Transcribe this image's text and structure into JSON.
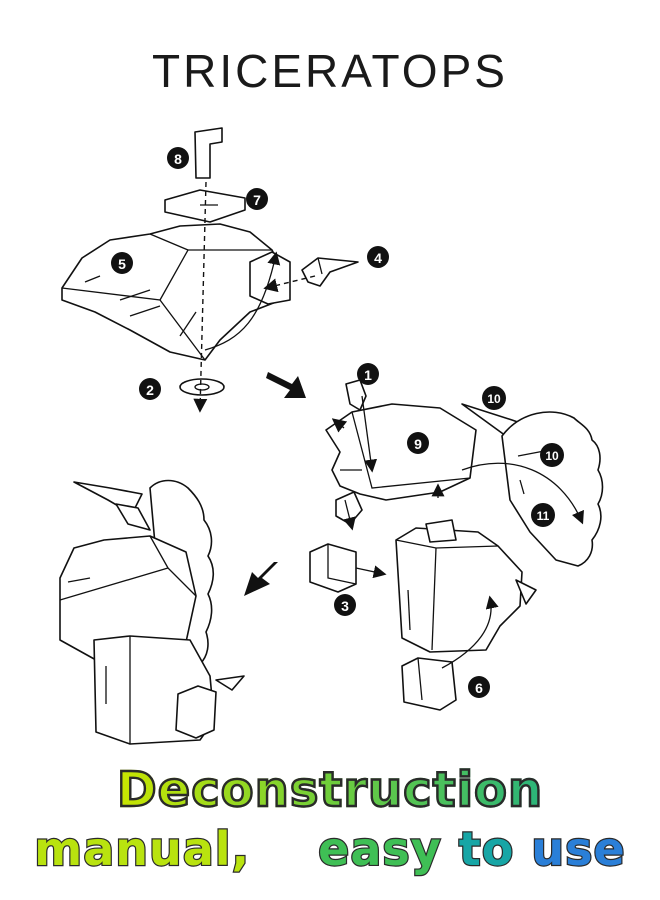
{
  "title": "TRICERATOPS",
  "callouts": [
    "8",
    "7",
    "5",
    "4",
    "2",
    "1",
    "9",
    "10",
    "10",
    "11",
    "3",
    "6"
  ],
  "banner": {
    "line1": "Deconstruction",
    "line2_part1": "manual,",
    "line2_part2": "easy",
    "line2_part3": "to",
    "line2_part4": "use"
  },
  "colors": {
    "banner_lime": "#b9e30f",
    "banner_green": "#3fbf55",
    "banner_teal": "#17a6a6",
    "banner_blue": "#2a7fd8",
    "outline": "#111111"
  }
}
